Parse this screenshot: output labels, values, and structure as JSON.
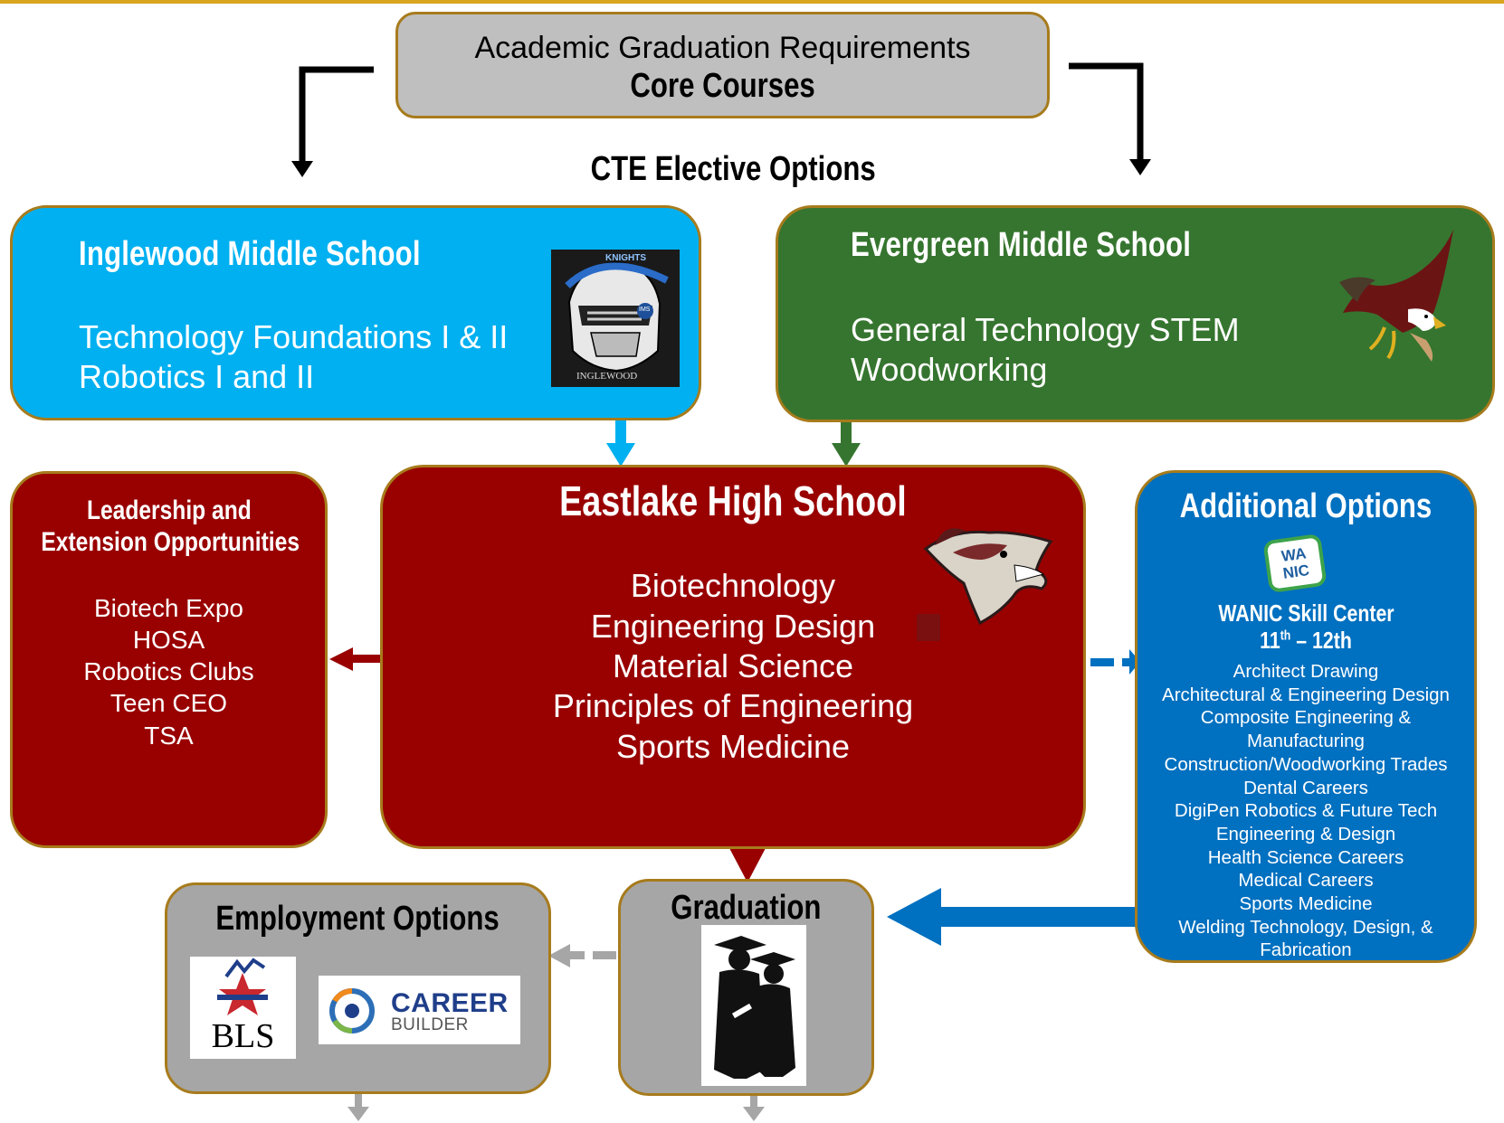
{
  "top": {
    "line1": "Academic Graduation Requirements",
    "line2": "Core Courses"
  },
  "cte_label": "CTE Elective Options",
  "inglewood": {
    "title": "Inglewood Middle School",
    "courses": [
      "Technology Foundations I & II",
      "Robotics I and II"
    ],
    "logo_text": "INGLEWOOD",
    "logo_top": "KNIGHTS",
    "logo_badge": "IMS"
  },
  "evergreen": {
    "title": "Evergreen Middle School",
    "courses": [
      "General Technology STEM",
      "Woodworking"
    ]
  },
  "eastlake": {
    "title": "Eastlake High School",
    "courses": [
      "Biotechnology",
      "Engineering Design",
      "Material Science",
      "Principles of Engineering",
      "Sports Medicine"
    ]
  },
  "leadership": {
    "title_line1": "Leadership and",
    "title_line2": "Extension Opportunities",
    "items": [
      "Biotech Expo",
      "HOSA",
      "Robotics Clubs",
      "Teen CEO",
      "TSA"
    ]
  },
  "additional": {
    "title": "Additional Options",
    "badge_text": "WA NIC",
    "subtitle": "WANIC Skill Center",
    "grades_pre": "11",
    "grades_sup": "th",
    "grades_post": " – 12th",
    "items": [
      "Architect Drawing",
      "Architectural & Engineering Design",
      "Composite Engineering &",
      "Manufacturing",
      "Construction/Woodworking Trades",
      "Dental Careers",
      "DigiPen Robotics & Future Tech",
      "Engineering & Design",
      "Health Science Careers",
      "Medical Careers",
      "Sports Medicine",
      "Welding Technology, Design, &",
      "Fabrication"
    ]
  },
  "graduation": {
    "title": "Graduation"
  },
  "employment": {
    "title": "Employment Options",
    "bls_text": "BLS",
    "career_line1": "CAREER",
    "career_line2": "BUILDER"
  },
  "colors": {
    "gold_border": "#a77b1c",
    "gray": "#a6a6a6",
    "inglewood_blue": "#00b0f0",
    "evergreen_green": "#36752f",
    "eastlake_red": "#990000",
    "additional_blue": "#0070c0"
  }
}
